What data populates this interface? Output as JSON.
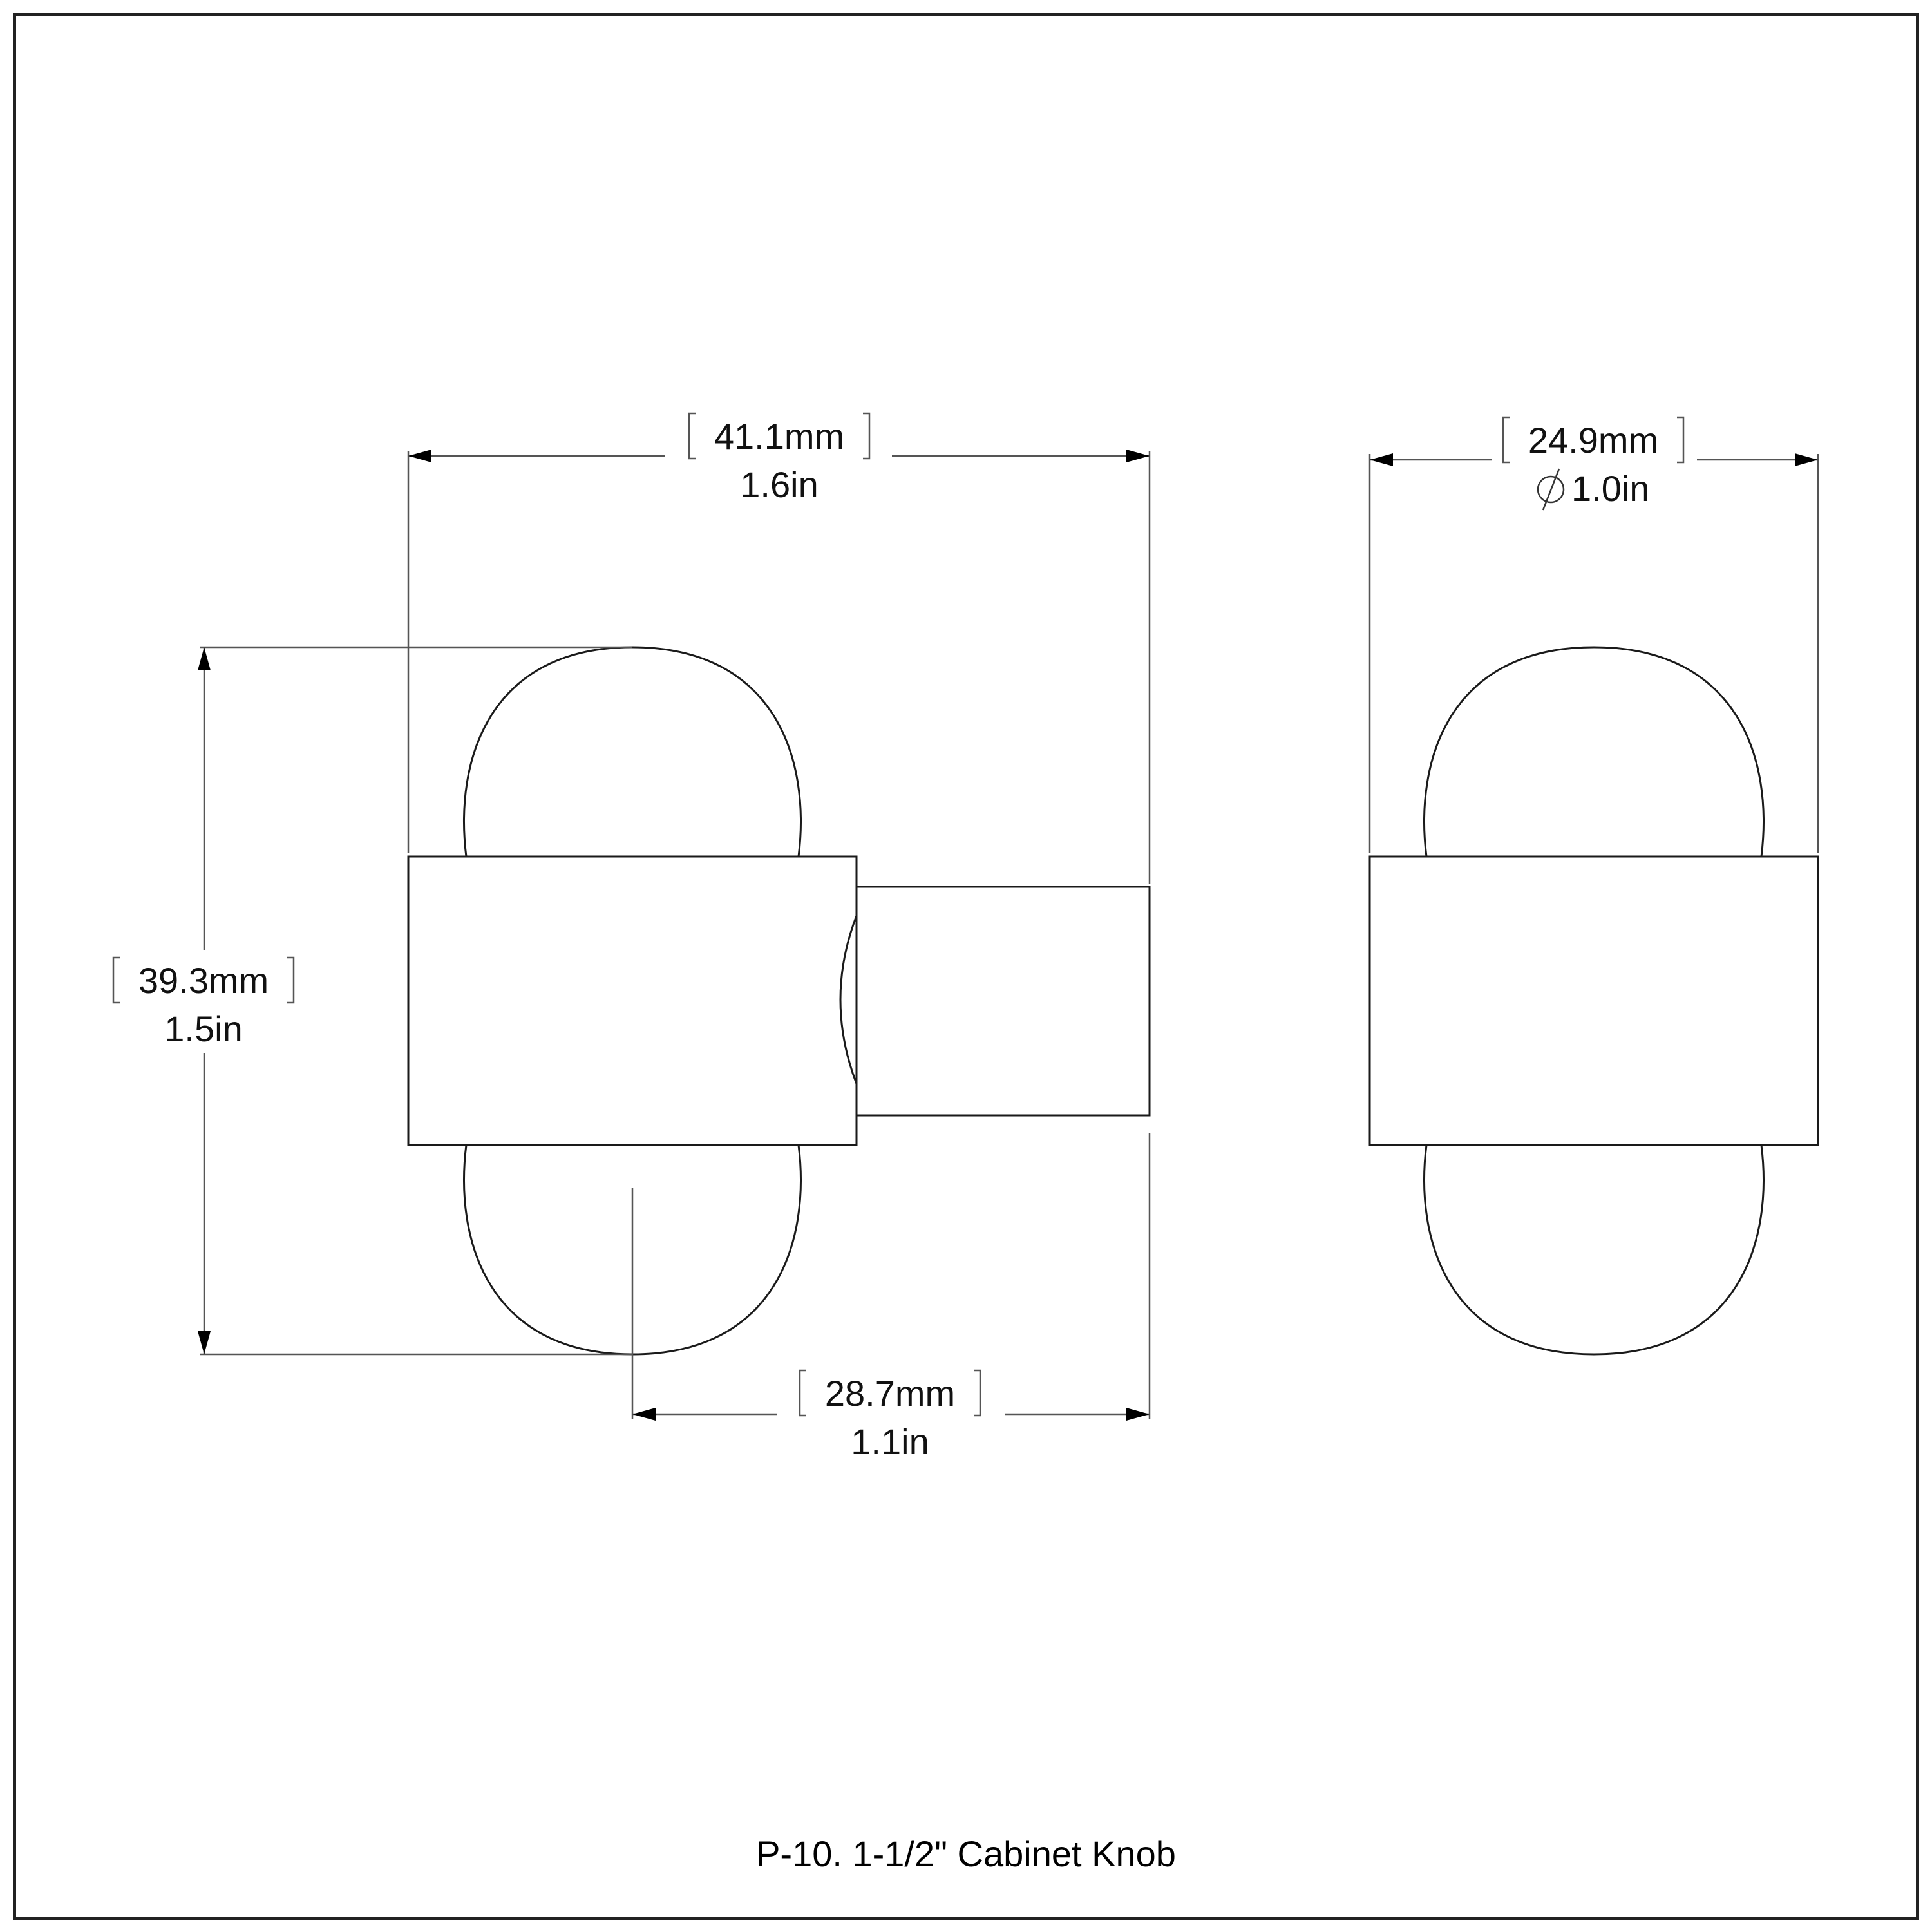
{
  "drawing": {
    "title": "P-10. 1-1/2\" Cabinet Knob",
    "side_view": {
      "overall_length": {
        "mm": "41.1mm",
        "in": "1.6in"
      },
      "overall_height": {
        "mm": "39.3mm",
        "in": "1.5in"
      },
      "projection": {
        "mm": "28.7mm",
        "in": "1.1in"
      }
    },
    "front_view": {
      "diameter": {
        "mm": "24.9mm",
        "symbol": "⌀",
        "in": "1.0in"
      }
    }
  },
  "colors": {
    "frame": "#222222",
    "lines": "#1a1a1a",
    "dimension_lines": "#555555",
    "background": "#ffffff"
  }
}
